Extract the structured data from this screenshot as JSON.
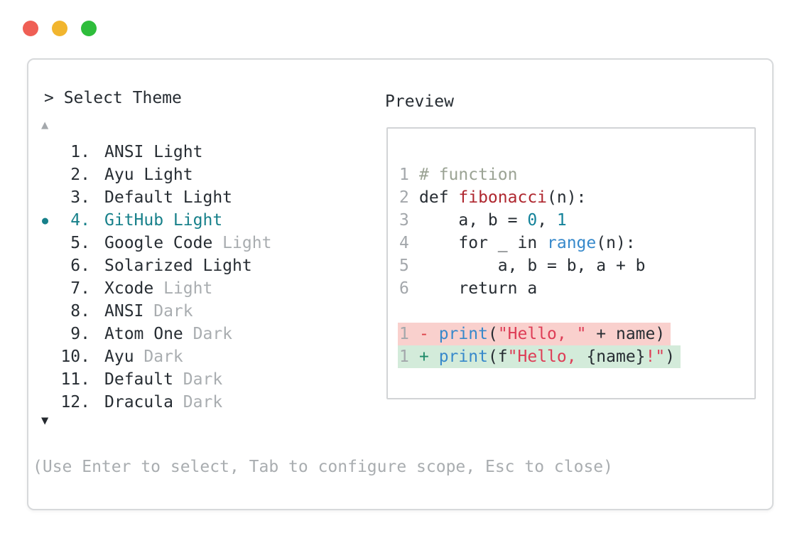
{
  "window": {
    "traffic_lights": [
      {
        "name": "close-button",
        "color": "#ef5f55"
      },
      {
        "name": "minimize-button",
        "color": "#f1b52e"
      },
      {
        "name": "zoom-button",
        "color": "#2ebd3b"
      }
    ]
  },
  "theme_picker": {
    "prompt": "> Select Theme",
    "scroll_up_indicator": "▲",
    "scroll_down_indicator": "▼",
    "selected_bullet": "●",
    "selected_index": 3,
    "items": [
      {
        "number": "1.",
        "name": "ANSI Light",
        "dim": ""
      },
      {
        "number": "2.",
        "name": "Ayu Light",
        "dim": ""
      },
      {
        "number": "3.",
        "name": "Default Light",
        "dim": ""
      },
      {
        "number": "4.",
        "name": "GitHub Light",
        "dim": ""
      },
      {
        "number": "5.",
        "name": "Google Code",
        "dim": " Light"
      },
      {
        "number": "6.",
        "name": "Solarized Light",
        "dim": ""
      },
      {
        "number": "7.",
        "name": "Xcode",
        "dim": " Light"
      },
      {
        "number": "8.",
        "name": "ANSI",
        "dim": " Dark"
      },
      {
        "number": "9.",
        "name": "Atom One",
        "dim": " Dark"
      },
      {
        "number": "10.",
        "name": "Ayu",
        "dim": " Dark"
      },
      {
        "number": "11.",
        "name": "Default",
        "dim": " Dark"
      },
      {
        "number": "12.",
        "name": "Dracula",
        "dim": " Dark"
      }
    ],
    "hint": "(Use Enter to select, Tab to configure scope, Esc to close)"
  },
  "preview": {
    "title": "Preview",
    "lines": [
      {
        "num": "1",
        "tokens": [
          {
            "t": "# function",
            "c": "comment"
          }
        ]
      },
      {
        "num": "2",
        "tokens": [
          {
            "t": "def ",
            "c": "code"
          },
          {
            "t": "fibonacci",
            "c": "func"
          },
          {
            "t": "(n):",
            "c": "code"
          }
        ]
      },
      {
        "num": "3",
        "tokens": [
          {
            "t": "    a, b = ",
            "c": "code"
          },
          {
            "t": "0",
            "c": "num"
          },
          {
            "t": ", ",
            "c": "code"
          },
          {
            "t": "1",
            "c": "num"
          }
        ]
      },
      {
        "num": "4",
        "tokens": [
          {
            "t": "    for _ in ",
            "c": "code"
          },
          {
            "t": "range",
            "c": "builtin"
          },
          {
            "t": "(n):",
            "c": "code"
          }
        ]
      },
      {
        "num": "5",
        "tokens": [
          {
            "t": "        a, b = b, a + b",
            "c": "code"
          }
        ]
      },
      {
        "num": "6",
        "tokens": [
          {
            "t": "    return a",
            "c": "code"
          }
        ]
      }
    ],
    "diff_lines": [
      {
        "num": "1",
        "kind": "removed",
        "tokens": [
          {
            "t": "- ",
            "c": "minus"
          },
          {
            "t": "print",
            "c": "builtin"
          },
          {
            "t": "(",
            "c": "code"
          },
          {
            "t": "\"Hello, \"",
            "c": "string"
          },
          {
            "t": " + name)",
            "c": "code"
          }
        ]
      },
      {
        "num": "1",
        "kind": "added",
        "tokens": [
          {
            "t": "+ ",
            "c": "plus"
          },
          {
            "t": "print",
            "c": "builtin"
          },
          {
            "t": "(f",
            "c": "code"
          },
          {
            "t": "\"Hello, ",
            "c": "string"
          },
          {
            "t": "{name}",
            "c": "code"
          },
          {
            "t": "!\"",
            "c": "string"
          },
          {
            "t": ")",
            "c": "code"
          }
        ]
      }
    ]
  },
  "colors": {
    "text": "#272d33",
    "dim": "#a9adb0",
    "line_number": "#a3a7ab",
    "selection_teal": "#17808a",
    "comment": "#9ba394",
    "function_red": "#af272f",
    "number_teal": "#13829a",
    "builtin_blue": "#3789cb",
    "string_red": "#de3d56",
    "diff_removed_bg": "#f9d0cd",
    "diff_added_bg": "#d3ebda",
    "panel_border": "#d7d9db"
  }
}
